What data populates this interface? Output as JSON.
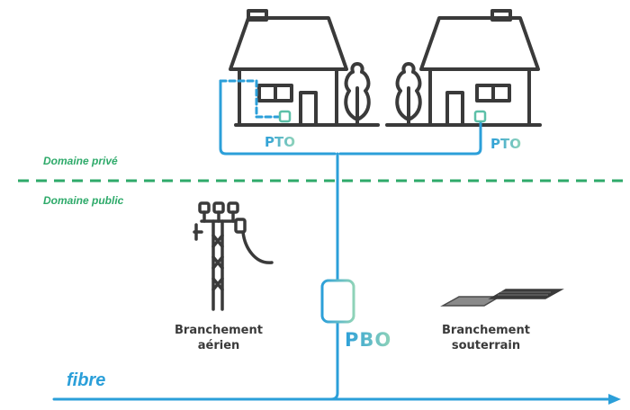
{
  "labels": {
    "domaine_prive": "Domaine privé",
    "domaine_public": "Domaine public",
    "pto_left": "PTO",
    "pto_right": "PTO",
    "pbo": "PBO",
    "branchement_aerien_line1": "Branchement",
    "branchement_aerien_line2": "aérien",
    "branchement_souterrain_line1": "Branchement",
    "branchement_souterrain_line2": "souterrain",
    "fibre": "fibre"
  },
  "colors": {
    "fibre_blue": "#2b9fd9",
    "boundary_green": "#2eaa6a",
    "icon_dark": "#3a3a3a",
    "gradient_end": "#8fd3b8"
  },
  "icons": [
    "house-icon",
    "tree-icon",
    "utility-pole-icon",
    "manhole-cover-icon",
    "pbo-box-icon"
  ]
}
